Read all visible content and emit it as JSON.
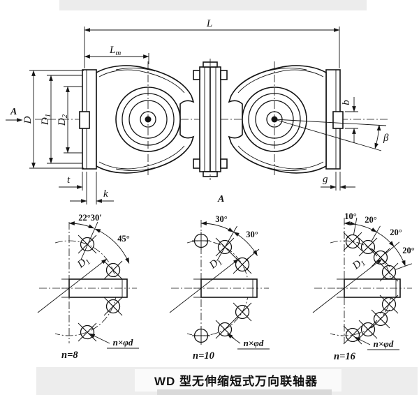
{
  "figure": {
    "caption": "WD 型无伸缩短式万向联轴器",
    "section_label": "A",
    "view_marker": "A"
  },
  "dimensions": {
    "overall_length": "L",
    "lm_base": "L",
    "lm_sub": "m",
    "d": "D",
    "d1_base": "D",
    "d1_sub": "1",
    "d2_base": "D",
    "d2_sub": "2",
    "b": "b",
    "t": "t",
    "k": "k",
    "g": "g",
    "beta": "β"
  },
  "bolt_patterns": [
    {
      "angles": [
        "22°30′",
        "45°"
      ],
      "d1_base": "D",
      "d1_sub": "1",
      "holes_label": "n×φd",
      "count_label": "n=8"
    },
    {
      "angles": [
        "30°",
        "30°"
      ],
      "d1_base": "D",
      "d1_sub": "1",
      "holes_label": "n×φd",
      "count_label": "n=10"
    },
    {
      "angles": [
        "10°",
        "20°",
        "20°",
        "20°"
      ],
      "d1_base": "D",
      "d1_sub": "1",
      "holes_label": "n×φd",
      "count_label": "n=16"
    }
  ]
}
